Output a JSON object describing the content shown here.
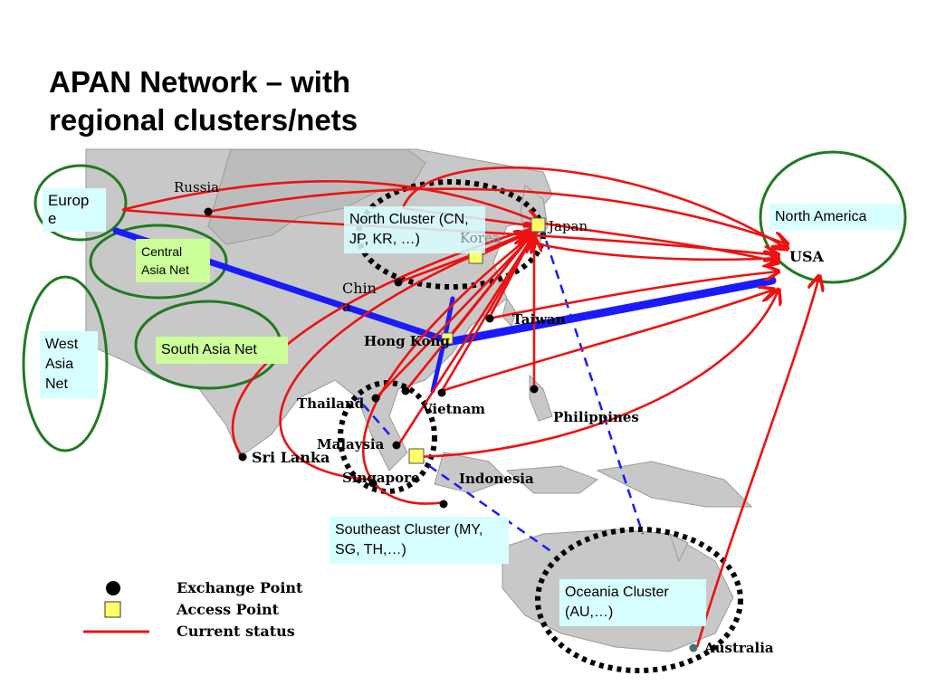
{
  "title": {
    "line1": "APAN Network – with",
    "line2": "regional clusters/nets"
  },
  "regions": {
    "europe": "Europ e",
    "central_asia": "Central Asia Net",
    "west_asia": "West Asia Net",
    "south_asia": "South Asia Net",
    "north_cluster": "North Cluster (CN, JP, KR, …)",
    "north_america": "North America",
    "southeast_cluster": "Southeast Cluster (MY, SG, TH,…)",
    "oceania_cluster": "Oceania Cluster (AU,…)"
  },
  "countries": {
    "russia": "Russia",
    "korea": "Korea",
    "japan": "Japan",
    "usa": "USA",
    "china": "Chin a",
    "taiwan": "Taiwan",
    "hong_kong": "Hong Kong",
    "thailand": "Thailand",
    "vietnam": "Vietnam",
    "philippines": "Philippines",
    "malaysia": "Malaysia",
    "sri_lanka": "Sri Lanka",
    "singapore": "Singapore",
    "indonesia": "Indonesia",
    "australia": "Australia"
  },
  "legend": {
    "exchange_point": "Exchange Point",
    "access_point": "Access Point",
    "current_status": "Current status"
  },
  "colors": {
    "link_red": "#ee1111",
    "backbone_blue": "#1a1aff",
    "cluster_green": "#207a20",
    "access_yellow": "#ffff66",
    "label_cyan": "#d8ffff",
    "label_green": "#ccff99"
  }
}
